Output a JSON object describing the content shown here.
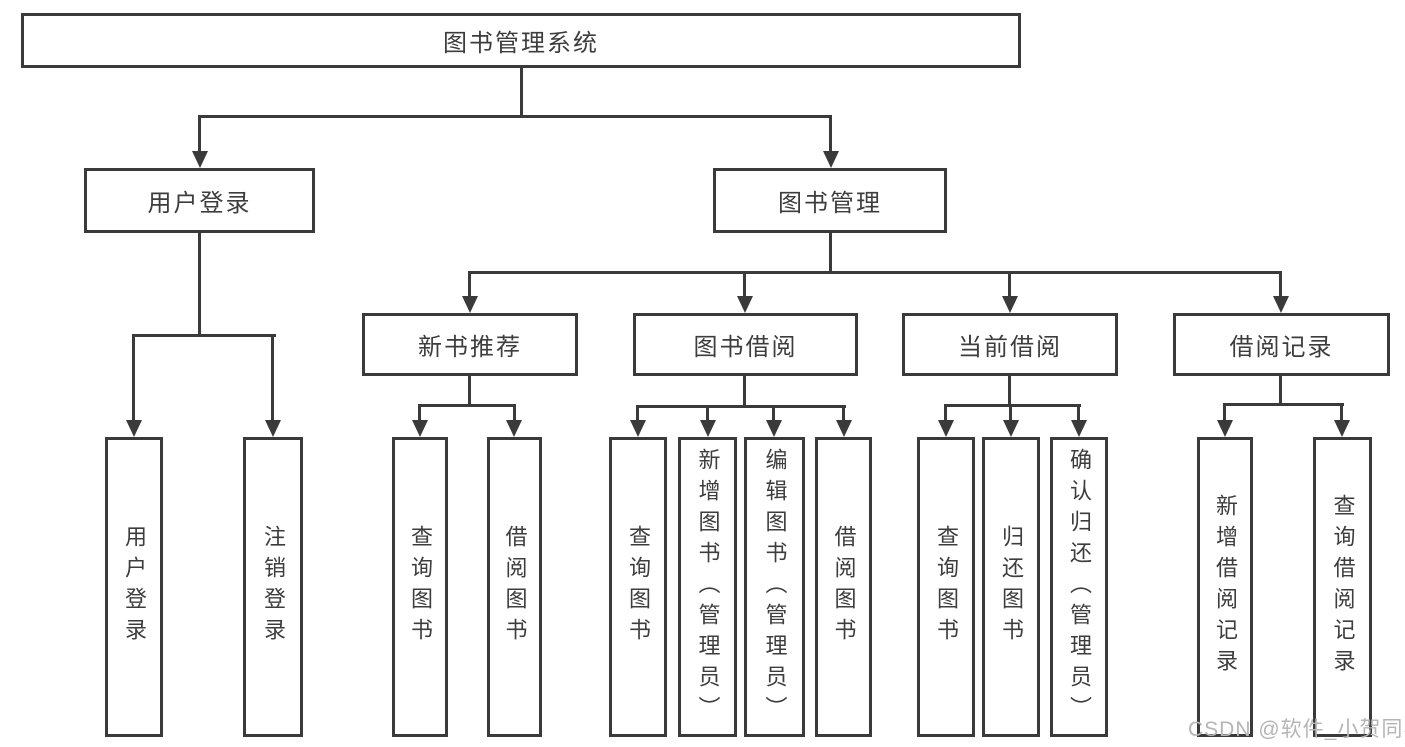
{
  "watermark": "CSDN @软件_小贺同学",
  "colors": {
    "background": "#ffffff",
    "line": "#3a3a3a",
    "text": "#3d3d3d",
    "watermark": "#b5b5b5"
  },
  "tree": {
    "root": {
      "label": "图书管理系统",
      "children": [
        {
          "label": "用户登录",
          "children": [
            {
              "label": "用户登录"
            },
            {
              "label": "注销登录"
            }
          ]
        },
        {
          "label": "图书管理",
          "children": [
            {
              "label": "新书推荐",
              "children": [
                {
                  "label": "查询图书"
                },
                {
                  "label": "借阅图书"
                }
              ]
            },
            {
              "label": "图书借阅",
              "children": [
                {
                  "label": "查询图书"
                },
                {
                  "label": "新增图书（管理员）"
                },
                {
                  "label": "编辑图书（管理员）"
                },
                {
                  "label": "借阅图书"
                }
              ]
            },
            {
              "label": "当前借阅",
              "children": [
                {
                  "label": "查询图书"
                },
                {
                  "label": "归还图书"
                },
                {
                  "label": "确认归还（管理员）"
                }
              ]
            },
            {
              "label": "借阅记录",
              "children": [
                {
                  "label": "新增借阅记录"
                },
                {
                  "label": "查询借阅记录"
                }
              ]
            }
          ]
        }
      ]
    }
  }
}
